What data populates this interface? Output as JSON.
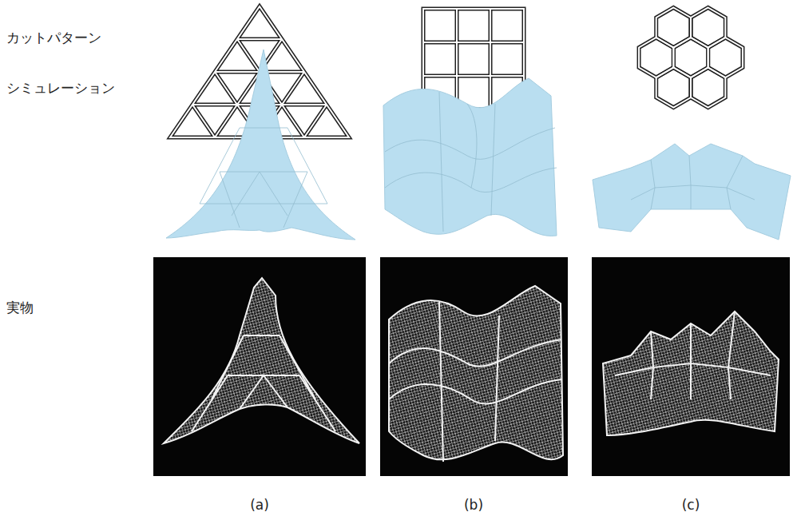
{
  "diagram": {
    "labels": [
      "カットパターン",
      "シミュレーション",
      "実物",
      "(a)",
      "(b)",
      "(c)"
    ]
  }
}
